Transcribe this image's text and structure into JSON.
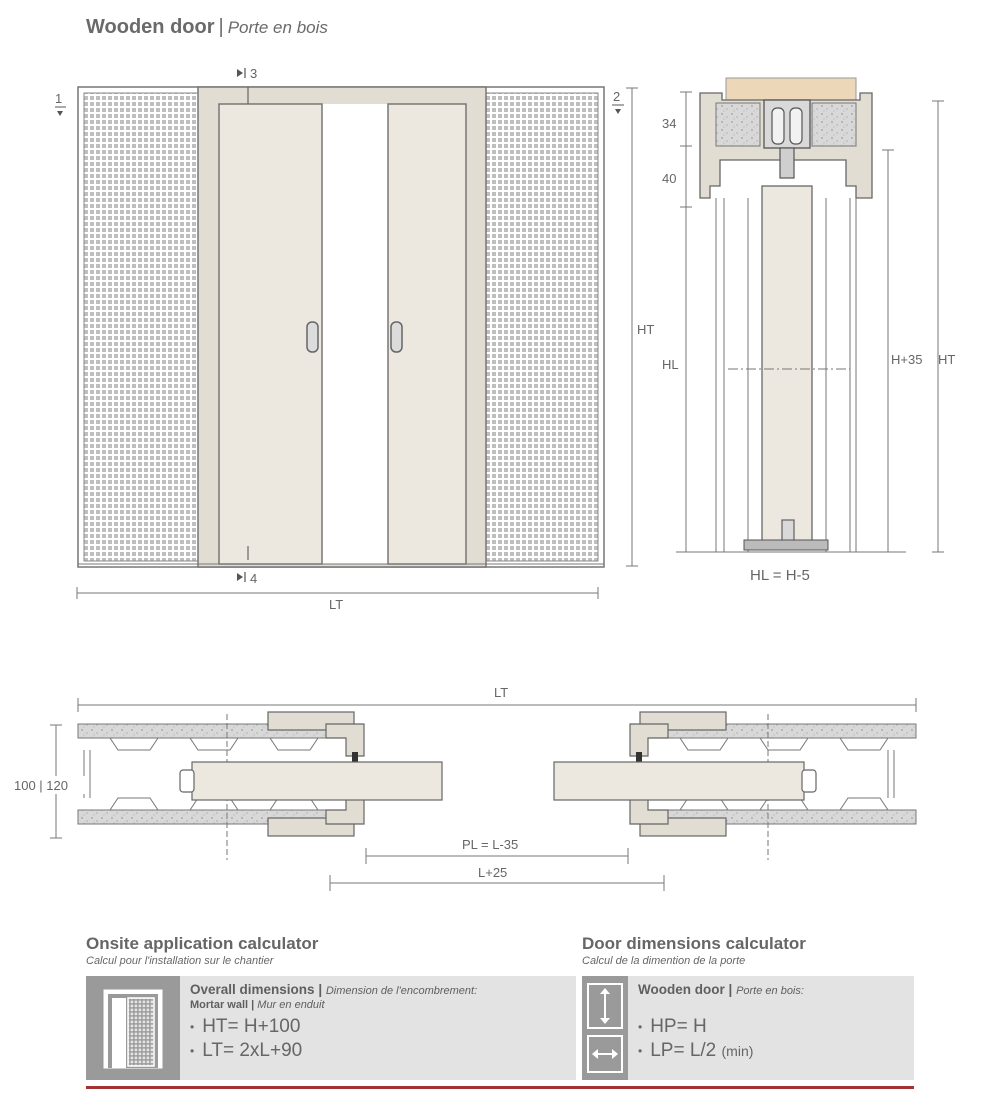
{
  "title": {
    "en": "Wooden door",
    "separator": "|",
    "fr": "Porte en bois"
  },
  "front_view": {
    "label_1": "1",
    "label_2": "2",
    "label_3": "3",
    "label_4": "4",
    "width_label": "LT",
    "height_label": "HT"
  },
  "side_view": {
    "dim_top": "34",
    "dim_second": "40",
    "hl_label": "HL",
    "h35_label": "H+35",
    "ht_label": "HT",
    "hl_formula": "HL = H-5"
  },
  "plan_view": {
    "width_label": "LT",
    "thickness_label": "100 | 120",
    "pl_label": "PL = L-35",
    "l25_label": "L+25"
  },
  "onsite_calc": {
    "title": "Onsite application calculator",
    "subtitle": "Calcul pour l'installation sur le chantier",
    "head_en": "Overall dimensions",
    "head_sep": "|",
    "head_fr": "Dimension de l'encombrement:",
    "sub_en": "Mortar wall",
    "sub_sep": "|",
    "sub_fr": "Mur en enduit",
    "bullet": "•",
    "formula_1": "HT= H+100",
    "formula_2": "LT= 2xL+90"
  },
  "door_calc": {
    "title": "Door dimensions calculator",
    "subtitle": "Calcul de la dimention de la porte",
    "head_en": "Wooden door",
    "head_sep": "|",
    "head_fr": "Porte en bois:",
    "bullet": "•",
    "formula_1": "HP= H",
    "formula_2_main": "LP=  L/2",
    "formula_2_small": "(min)"
  },
  "colors": {
    "door": "#ede8df",
    "frame": "#e2ddd3",
    "outline": "#777777",
    "mesh": "#bdbdbd",
    "wall": "#d9d9d9",
    "calc_bg": "#e3e3e3",
    "icon_bg": "#9a9a9a",
    "accent_line": "#a33333",
    "top_wood": "#ecd7b8"
  }
}
